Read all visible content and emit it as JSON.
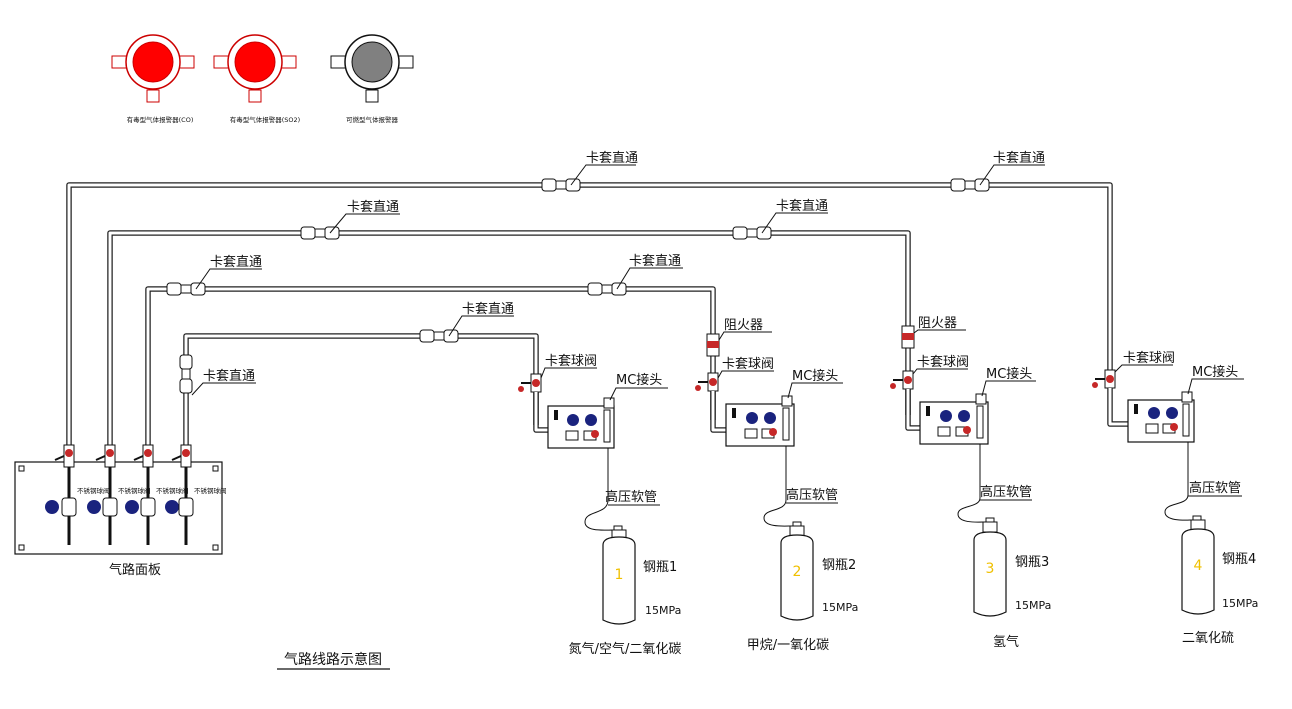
{
  "alarms": [
    {
      "label": "有毒型气体报警器(CO)",
      "color": "#ff0000"
    },
    {
      "label": "有毒型气体报警器(SO2)",
      "color": "#ff0000"
    },
    {
      "label": "可燃型气体报警器",
      "color": "#808080"
    }
  ],
  "fitting_label": "卡套直通",
  "ball_valve_label": "卡套球阀",
  "mc_label": "MC接头",
  "flame_arrester_label": "阻火器",
  "hose_label": "高压软管",
  "panel": {
    "title": "气路面板",
    "valve_labels": [
      "不锈钢球阀",
      "不锈钢球阀",
      "不锈钢球阀",
      "不锈钢球阀"
    ]
  },
  "cylinders": [
    {
      "tag": "1",
      "name": "钢瓶1",
      "pressure": "15MPa",
      "gas": "氮气/空气/二氧化碳"
    },
    {
      "tag": "2",
      "name": "钢瓶2",
      "pressure": "15MPa",
      "gas": "甲烷/一氧化碳"
    },
    {
      "tag": "3",
      "name": "钢瓶3",
      "pressure": "15MPa",
      "gas": "氢气"
    },
    {
      "tag": "4",
      "name": "钢瓶4",
      "pressure": "15MPa",
      "gas": "二氧化硫"
    }
  ],
  "diagram_title": "气路线路示意图",
  "colors": {
    "alarm_red": "#ff0000",
    "alarm_gray": "#808080",
    "gauge_blue": "#1a237e",
    "cylinder_tag": "#f0c000",
    "valve_red": "#c62828"
  }
}
